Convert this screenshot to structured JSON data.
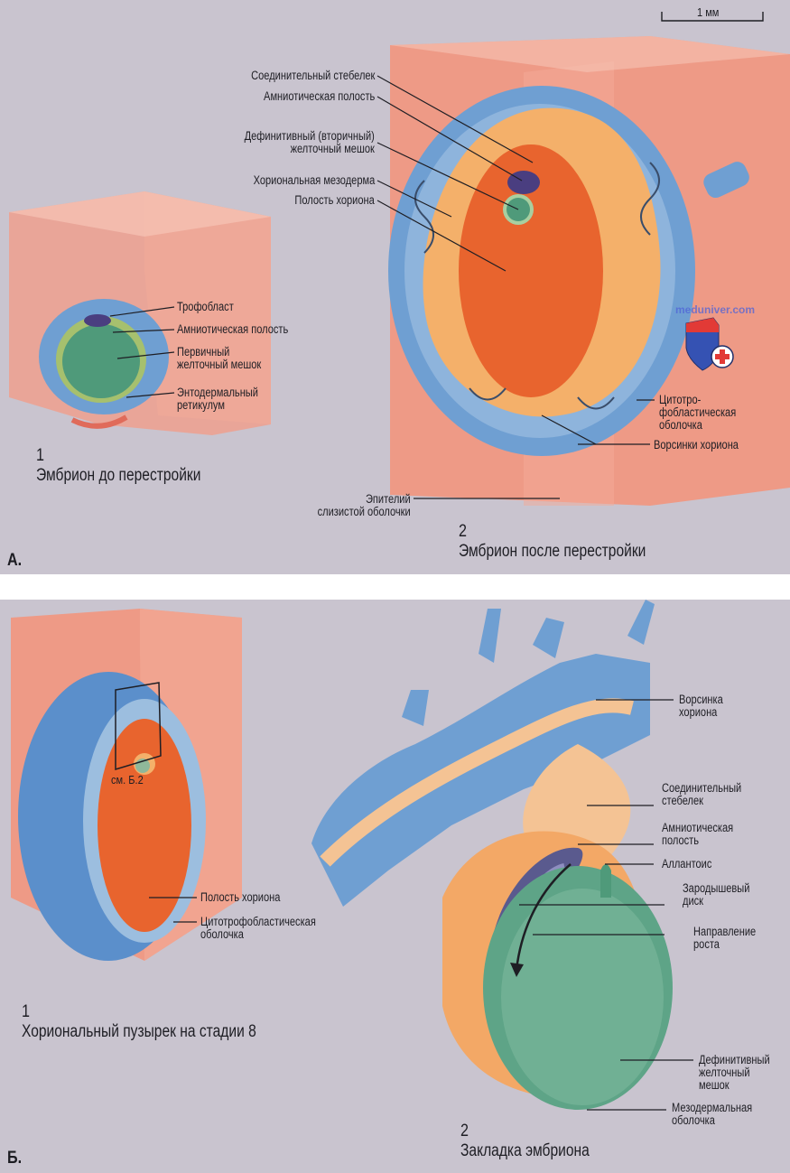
{
  "scale_bar": {
    "label": "1 мм"
  },
  "panel_a": {
    "letter": "А.",
    "figure_1": {
      "number": "1",
      "title": "Эмбрион до перестройки",
      "labels": [
        "Трофобласт",
        "Амниотическая полость",
        "Первичный\nжелточный мешок",
        "Энтодермальный\nретикулум"
      ]
    },
    "figure_2": {
      "number": "2",
      "title": "Эмбрион после перестройки",
      "labels_left": [
        "Соединительный стебелек",
        "Амниотическая полость",
        "Дефинитивный (вторичный)\nжелточный мешок",
        "Хориональная мезодерма",
        "Полость хориона"
      ],
      "labels_right": [
        "Цитотро-\nфобластическая\nоболочка",
        "Ворсинки хориона"
      ],
      "label_bottom": "Эпителий\nслизистой оболочки"
    },
    "watermark": "meduniver.com"
  },
  "panel_b": {
    "letter": "Б.",
    "figure_1": {
      "number": "1",
      "title": "Хориональный пузырек на стадии 8",
      "box_label": "см. Б.2",
      "labels": [
        "Полость хориона",
        "Цитотрофобластическая\nоболочка"
      ]
    },
    "figure_2": {
      "number": "2",
      "title": "Закладка эмбриона",
      "labels": [
        "Ворсинка\nхориона",
        "Соединительный\nстебелек",
        "Амниотическая\nполость",
        "Аллантоис",
        "Зародышевый\nдиск",
        "Направление\nроста",
        "Дефинитивный\nжелточный\nмешок",
        "Мезодермальная\nоболочка"
      ]
    }
  },
  "colors": {
    "background": "#c9c4cf",
    "tissue_pink": "#f0967e",
    "trophoblast_blue": "#6f9fd2",
    "chorion_cavity": "#e8642e",
    "mesoderm_orange": "#f4b06a",
    "yolk_green": "#4f9a7a",
    "amnion_purple": "#5a5a8e"
  }
}
